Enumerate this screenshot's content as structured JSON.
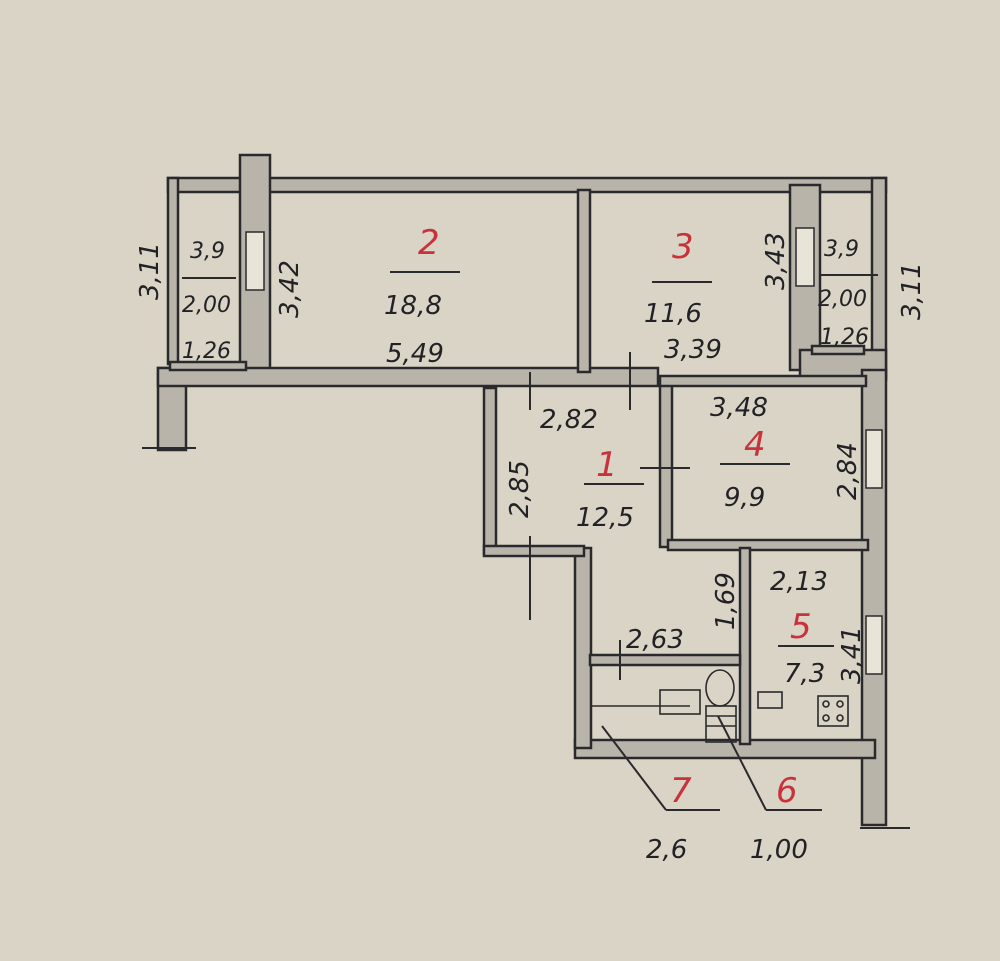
{
  "colors": {
    "room_number": "#c8323a",
    "ink": "#222226",
    "paper": "#d9d4c6",
    "wall": "#b9b4aa"
  },
  "rooms": [
    {
      "number": "1",
      "area": "12,5"
    },
    {
      "number": "2",
      "area": "18,8",
      "width": "5,49"
    },
    {
      "number": "3",
      "area": "11,6",
      "width": "3,39"
    },
    {
      "number": "4",
      "area": "9,9"
    },
    {
      "number": "5",
      "area": "7,3"
    },
    {
      "number": "6",
      "area": "1,00"
    },
    {
      "number": "7",
      "area": "2,6"
    }
  ],
  "balconies": {
    "left": {
      "area": "3,9",
      "length": "2,00",
      "width": "1,26",
      "outer": "3,11",
      "inner": "3,42"
    },
    "right": {
      "area": "3,9",
      "length": "2,00",
      "width": "1,26",
      "outer": "3,11",
      "inner": "3,43"
    }
  },
  "dimensions": {
    "hall_width": "2,82",
    "hall_height": "2,85",
    "room4_width": "3,48",
    "room4_height": "2,84",
    "kitchen_width": "2,13",
    "kitchen_height": "3,41",
    "corridor_height": "1,69",
    "bath_width": "2,63"
  }
}
